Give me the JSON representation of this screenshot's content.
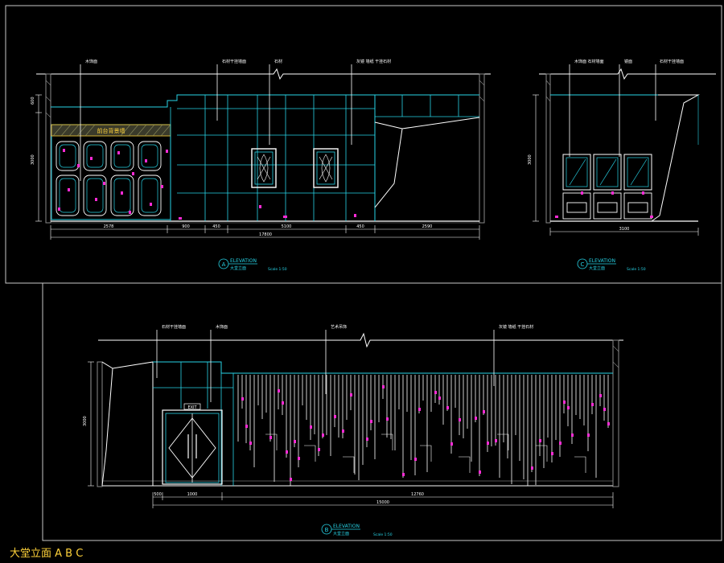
{
  "drawing": {
    "sheet_title": "大堂立面 A B C",
    "colors": {
      "background": "#000000",
      "frame": "#c8c8c8",
      "line_white": "#ffffff",
      "line_cyan": "#27d3e6",
      "line_teal": "#1aa6a6",
      "line_magenta": "#ff2bd6",
      "line_yellow": "#ffd23a",
      "line_grey": "#8a8a8a"
    }
  },
  "elevation_a": {
    "tag_letter": "A",
    "tag_title": "ELEVATION",
    "tag_subtitle": "大堂立面",
    "tag_scale": "Scale 1:50",
    "sign_text": "前台背景墙",
    "leaders": [
      "木饰面",
      "石材干挂墙面",
      "石材",
      "灰镜 墙纸 干挂石材"
    ],
    "dims_bottom": [
      "2578",
      "900",
      "450",
      "5100",
      "450",
      "2590"
    ],
    "dim_total": "17800",
    "dims_left": [
      "600",
      "3000"
    ]
  },
  "elevation_c": {
    "tag_letter": "C",
    "tag_title": "ELEVATION",
    "tag_subtitle": "大堂立面",
    "tag_scale": "Scale 1:50",
    "leaders": [
      "木饰面 石材墙面",
      "镜面",
      "石材干挂墙面"
    ],
    "dims_bottom": [
      "3100"
    ],
    "dims_left": [
      "3000"
    ]
  },
  "elevation_b": {
    "tag_letter": "B",
    "tag_title": "ELEVATION",
    "tag_subtitle": "大堂立面",
    "tag_scale": "Scale 1:50",
    "exit_sign": "EXIT",
    "leaders": [
      "石材干挂墙面",
      "木饰面",
      "艺术吊饰",
      "灰镜 墙纸 干挂石材"
    ],
    "dims_bottom": [
      "500",
      "1000",
      "12760"
    ],
    "dim_total": "15000",
    "dims_left": [
      "3000"
    ]
  }
}
